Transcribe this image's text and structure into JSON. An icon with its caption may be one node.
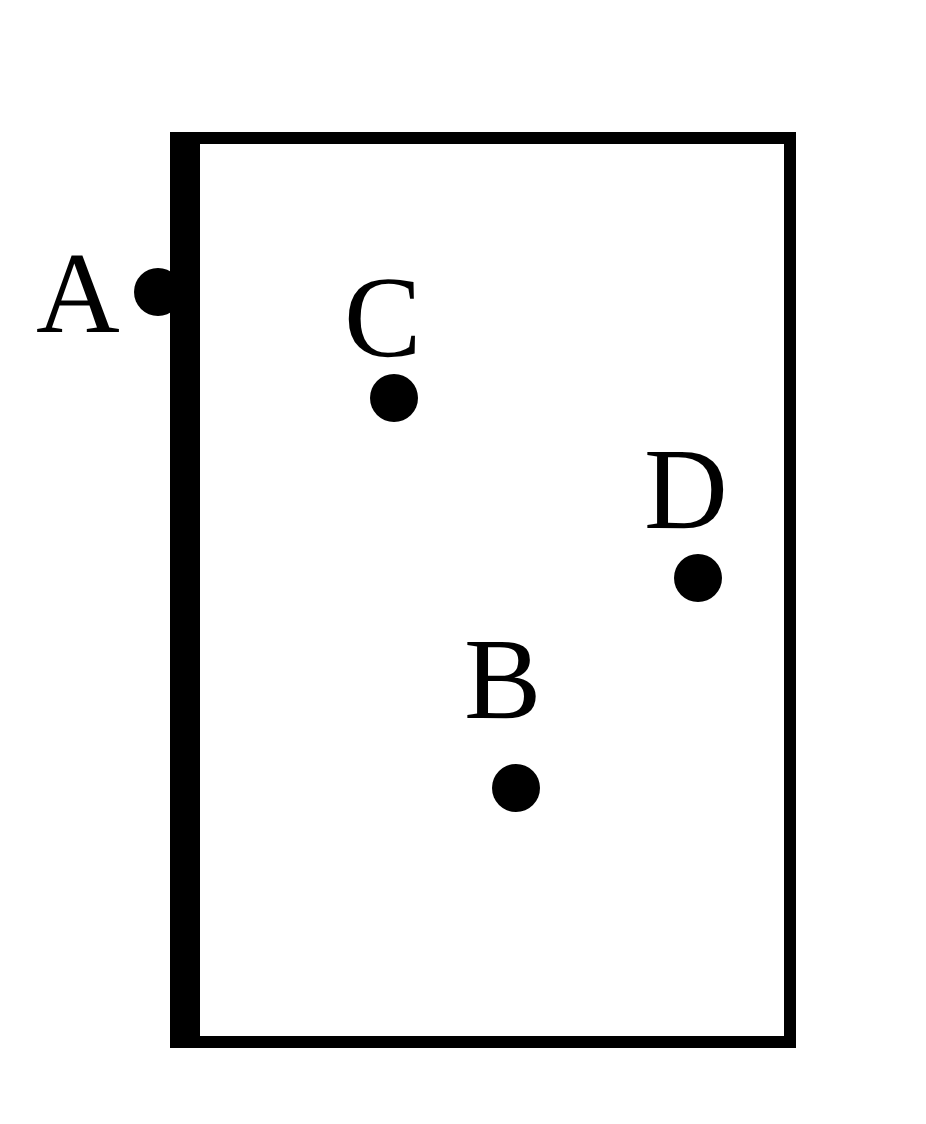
{
  "diagram": {
    "labels": [
      "A",
      "C",
      "D",
      "B"
    ]
  }
}
